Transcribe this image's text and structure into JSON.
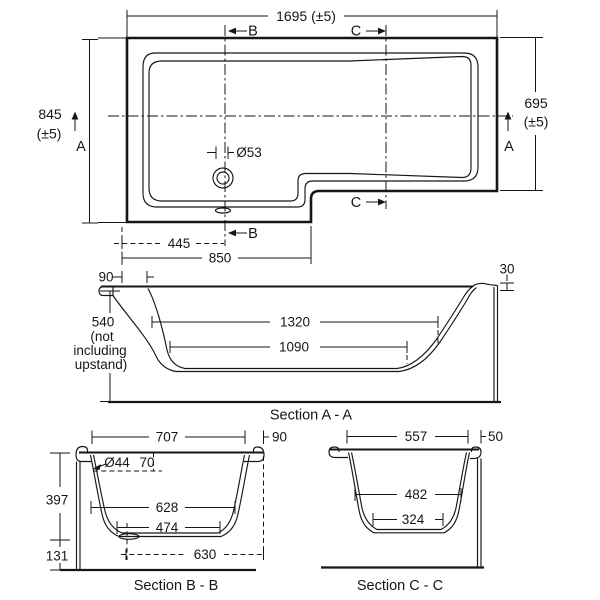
{
  "plan": {
    "dim_length": "1695 (±5)",
    "dim_width_left": "845",
    "dim_width_left_tol": "(±5)",
    "dim_width_right": "695",
    "dim_width_right_tol": "(±5)",
    "dim_drain_from_end": "445",
    "dim_step_from_end": "850",
    "drain_diameter": "Ø53",
    "marker_a": "A",
    "marker_b": "B",
    "marker_c": "C"
  },
  "section_aa": {
    "title": "Section A - A",
    "dim_rim_left": "90",
    "dim_rim_right": "30",
    "dim_depth": "540",
    "depth_note_1": "(not",
    "depth_note_2": "including",
    "depth_note_3": "upstand)",
    "dim_floor_top": "1320",
    "dim_floor_bottom": "1090"
  },
  "section_bb": {
    "title": "Section B - B",
    "dim_width": "707",
    "dim_rim": "90",
    "overflow_diameter": "Ø44",
    "dim_overflow_depth": "70",
    "dim_depth": "397",
    "dim_plinth": "131",
    "dim_inner_top": "628",
    "dim_inner_bottom": "474",
    "dim_base_width": "630"
  },
  "section_cc": {
    "title": "Section C - C",
    "dim_width": "557",
    "dim_rim": "50",
    "dim_inner_top": "482",
    "dim_inner_bottom": "324"
  }
}
